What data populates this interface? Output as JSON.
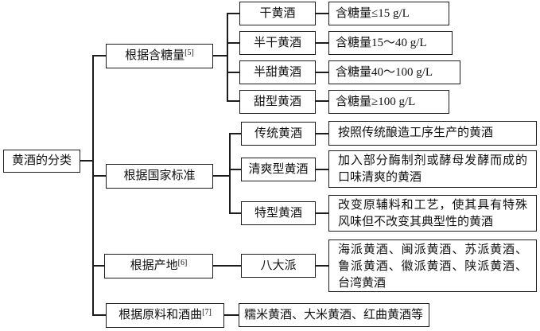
{
  "diagram": {
    "title": "黄酒的分类",
    "colors": {
      "line": "#1c1c1c",
      "background": "#ffffff",
      "text": "#111111"
    },
    "root_label": "黄酒的分类",
    "branches": [
      {
        "label": "根据含糖量",
        "sup": "[5]",
        "children": [
          {
            "label": "干黄酒",
            "desc": "含糖量≤15 g/L"
          },
          {
            "label": "半干黄酒",
            "desc": "含糖量15～40 g/L"
          },
          {
            "label": "半甜黄酒",
            "desc": "含糖量40～100 g/L"
          },
          {
            "label": "甜型黄酒",
            "desc": "含糖量≥100 g/L"
          }
        ]
      },
      {
        "label": "根据国家标准",
        "sup": "",
        "children": [
          {
            "label": "传统黄酒",
            "desc": "按照传统酿造工序生产的黄酒"
          },
          {
            "label": "清爽型黄酒",
            "desc": "加入部分酶制剂或酵母发酵而成的口味清爽的黄酒"
          },
          {
            "label": "特型黄酒",
            "desc": "改变原辅料和工艺，使其具有特殊风味但不改变其典型性的黄酒"
          }
        ]
      },
      {
        "label": "根据产地",
        "sup": "[6]",
        "children": [
          {
            "label": "八大派",
            "desc": "海派黄酒、闽派黄酒、苏派黄酒、鲁派黄酒、徽派黄酒、陕派黄酒、台湾黄酒"
          }
        ]
      },
      {
        "label": "根据原料和酒曲",
        "sup": "[7]",
        "children": [
          {
            "label": "",
            "desc": "糯米黄酒、大米黄酒、红曲黄酒等"
          }
        ]
      }
    ]
  }
}
